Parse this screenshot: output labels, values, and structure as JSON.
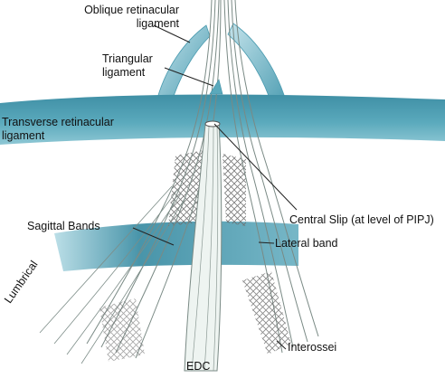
{
  "labels": {
    "oblique_retinacular": "Oblique retinacular\nligament",
    "triangular": "Triangular\nligament",
    "transverse_retinacular": "Transverse retinacular\nligament",
    "central_slip": "Central Slip (at level of PIPJ)",
    "sagittal_bands": "Sagittal Bands",
    "lateral_band": "Lateral band",
    "lumbrical": "Lumbrical",
    "interossei": "Interossei",
    "edc": "EDC"
  },
  "colors": {
    "ligament_blue": "#4a9bb0",
    "ligament_light": "#9fd0dc",
    "tendon_fill": "#eef4f1",
    "tendon_stroke": "#7a8a85",
    "hatch": "#6d6d6d",
    "leader": "#222222"
  }
}
